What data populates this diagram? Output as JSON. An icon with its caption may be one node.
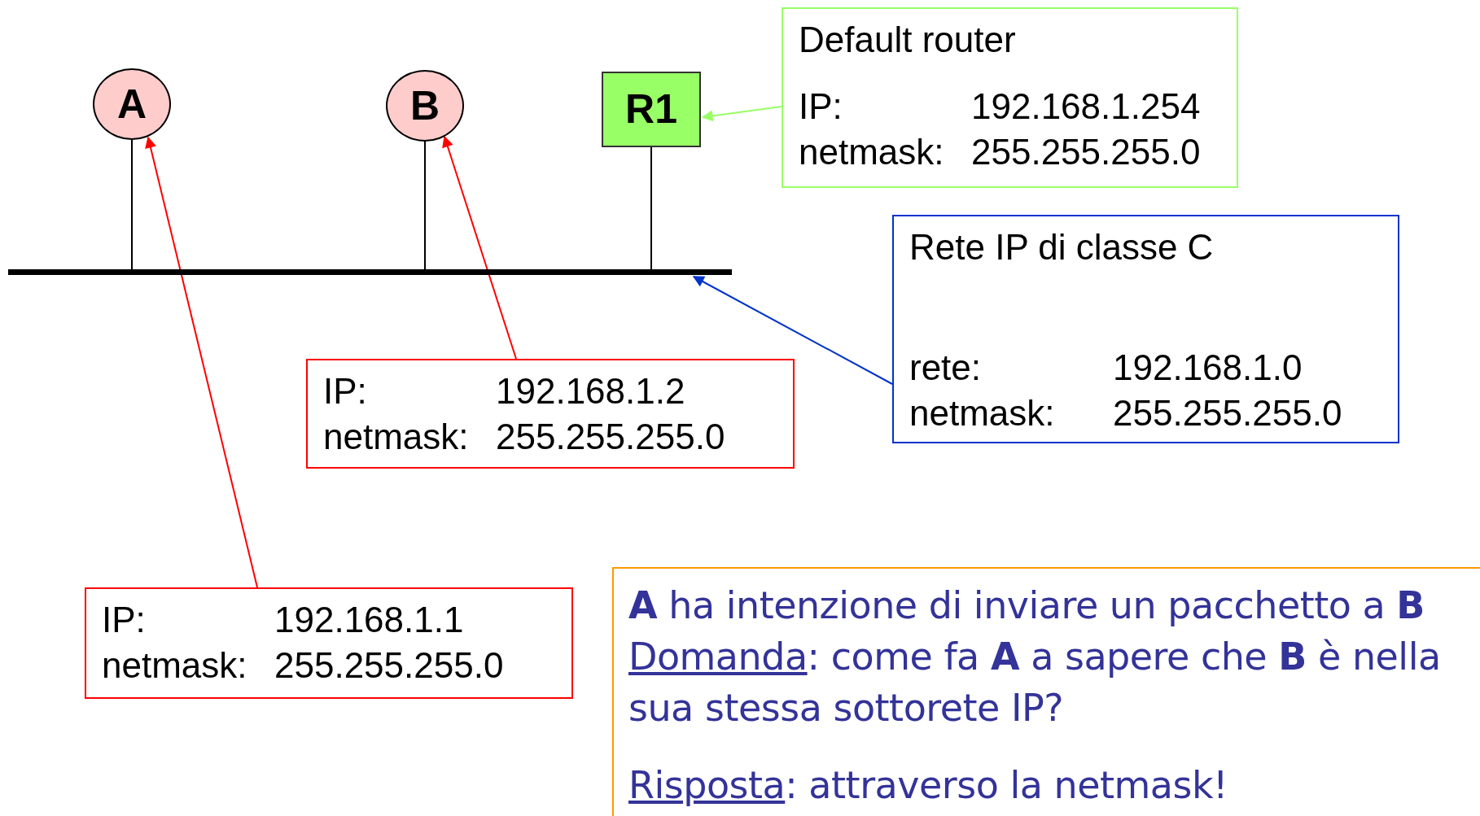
{
  "diagram": {
    "nodes": [
      {
        "text": [
          "A"
        ]
      },
      {
        "text": [
          "B"
        ]
      },
      {
        "text": [
          "R1"
        ]
      },
      {
        "text": [],
        "shape": "bar"
      },
      {
        "text": [
          "Default router",
          "IP:",
          "192.168.1.254",
          "netmask:",
          "255.255.255.0"
        ]
      },
      {
        "text": [
          "Rete IP di classe C",
          "rete:",
          "192.168.1.0",
          "netmask:",
          "255.255.255.0"
        ]
      },
      {
        "text": [
          "IP:",
          "192.168.1.2",
          "netmask:",
          "255.255.255.0"
        ]
      },
      {
        "text": [
          "IP:",
          "192.168.1.1",
          "netmask:",
          "255.255.255.0"
        ]
      },
      {
        "text": [
          "**A** ha intenzione di inviare un pacchetto a **B**",
          "Domanda: come fa **A** a sapere che **B** è nella sua stessa sottorete IP?",
          "Risposta: attraverso la netmask!"
        ]
      }
    ],
    "edges": [
      {
        "from": 0,
        "to": 3,
        "arrow": "none"
      },
      {
        "from": 1,
        "to": 3,
        "arrow": "none"
      },
      {
        "from": 2,
        "to": 3,
        "arrow": "none"
      },
      {
        "from": 4,
        "to": 2,
        "arrow": "to",
        "color": "#99ff66"
      },
      {
        "from": 5,
        "to": 3,
        "arrow": "to",
        "color": "#0033cc"
      },
      {
        "from": 6,
        "to": 1,
        "arrow": "to",
        "color": "#ff0000"
      },
      {
        "from": 7,
        "to": 0,
        "arrow": "to",
        "color": "#ff0000"
      }
    ]
  }
}
